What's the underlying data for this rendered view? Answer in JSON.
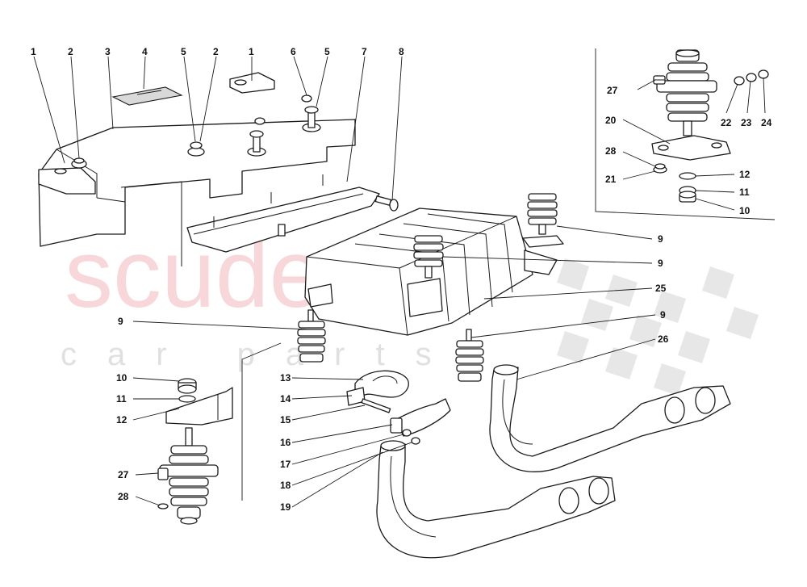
{
  "watermark": {
    "brand": "scuderia",
    "tagline": "car parts"
  },
  "callouts": {
    "c1a": "1",
    "c2a": "2",
    "c3": "3",
    "c4": "4",
    "c5a": "5",
    "c2b": "2",
    "c1b": "1",
    "c6": "6",
    "c5b": "5",
    "c7": "7",
    "c8": "8",
    "c27a": "27",
    "c20": "20",
    "c28a": "28",
    "c21": "21",
    "c22": "22",
    "c23": "23",
    "c24": "24",
    "c12a": "12",
    "c11a": "11",
    "c10a": "10",
    "c9a": "9",
    "c9b": "9",
    "c25": "25",
    "c9c": "9",
    "c9d": "9",
    "c26": "26",
    "c10b": "10",
    "c11b": "11",
    "c12b": "12",
    "c27b": "27",
    "c28b": "28",
    "c13": "13",
    "c14": "14",
    "c15": "15",
    "c16": "16",
    "c17": "17",
    "c18": "18",
    "c19": "19"
  },
  "colors": {
    "watermark_red": "#f2b8bd",
    "line": "#1a1a1a",
    "background": "#ffffff"
  }
}
